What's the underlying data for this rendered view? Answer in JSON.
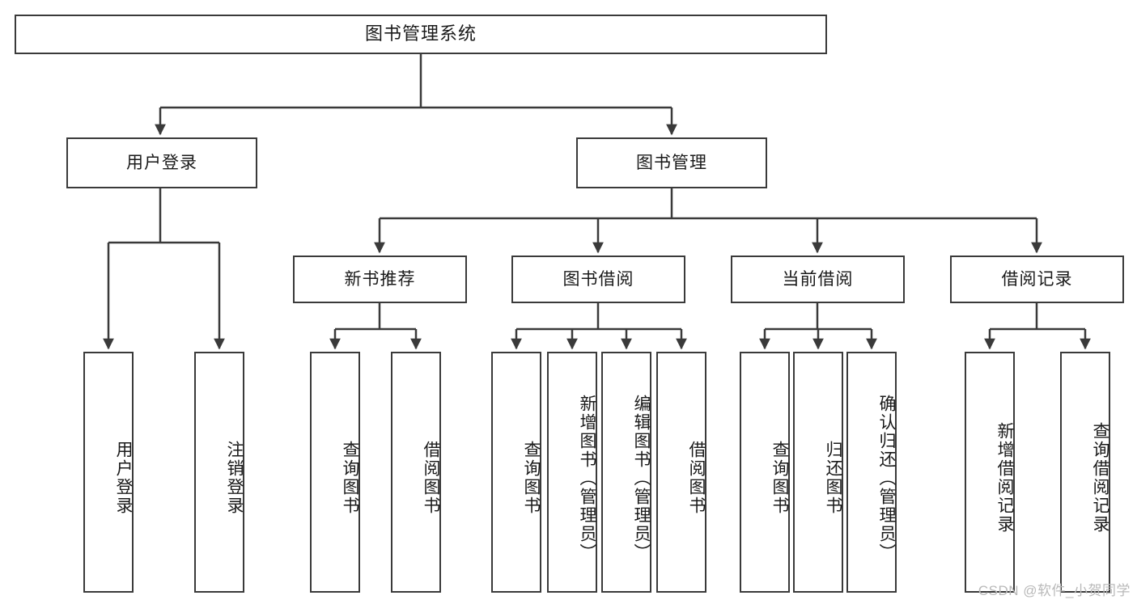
{
  "diagram": {
    "title": "图书管理系统",
    "type": "功能结构图",
    "stroke_color": "#3a3a3a",
    "text_color": "#1a1a1a",
    "background_color": "#ffffff",
    "watermark": "CSDN @软件_小贺同学"
  },
  "nodes": {
    "root": {
      "label": "图书管理系统"
    },
    "level2": [
      {
        "id": "user-login",
        "label": "用户登录"
      },
      {
        "id": "book-manage",
        "label": "图书管理"
      }
    ],
    "level3": [
      {
        "id": "new-book-recommend",
        "label": "新书推荐"
      },
      {
        "id": "book-borrow",
        "label": "图书借阅"
      },
      {
        "id": "current-borrow",
        "label": "当前借阅"
      },
      {
        "id": "borrow-record",
        "label": "借阅记录"
      }
    ],
    "leaves": {
      "user_login": [
        {
          "id": "leaf-user-login",
          "label": "用户登录"
        },
        {
          "id": "leaf-logout-login",
          "label": "注销登录"
        }
      ],
      "new_book_recommend": [
        {
          "id": "leaf-query-book-1",
          "label": "查询图书"
        },
        {
          "id": "leaf-borrow-book-1",
          "label": "借阅图书"
        }
      ],
      "book_borrow": [
        {
          "id": "leaf-query-book-2",
          "label": "查询图书"
        },
        {
          "id": "leaf-add-book",
          "label": "新增图书（管理员）"
        },
        {
          "id": "leaf-edit-book",
          "label": "编辑图书（管理员）"
        },
        {
          "id": "leaf-borrow-book-2",
          "label": "借阅图书"
        }
      ],
      "current_borrow": [
        {
          "id": "leaf-query-book-3",
          "label": "查询图书"
        },
        {
          "id": "leaf-return-book",
          "label": "归还图书"
        },
        {
          "id": "leaf-confirm-return",
          "label": "确认归还（管理员）"
        }
      ],
      "borrow_record": [
        {
          "id": "leaf-add-record",
          "label": "新增借阅记录"
        },
        {
          "id": "leaf-query-record",
          "label": "查询借阅记录"
        }
      ]
    }
  },
  "chart_data": {
    "type": "tree-diagram",
    "title": "图书管理系统",
    "orientation": "top-down",
    "levels": 4,
    "tree": {
      "label": "图书管理系统",
      "children": [
        {
          "label": "用户登录",
          "children": [
            {
              "label": "用户登录",
              "children": []
            },
            {
              "label": "注销登录",
              "children": []
            }
          ]
        },
        {
          "label": "图书管理",
          "children": [
            {
              "label": "新书推荐",
              "children": [
                {
                  "label": "查询图书",
                  "children": []
                },
                {
                  "label": "借阅图书",
                  "children": []
                }
              ]
            },
            {
              "label": "图书借阅",
              "children": [
                {
                  "label": "查询图书",
                  "children": []
                },
                {
                  "label": "新增图书（管理员）",
                  "children": []
                },
                {
                  "label": "编辑图书（管理员）",
                  "children": []
                },
                {
                  "label": "借阅图书",
                  "children": []
                }
              ]
            },
            {
              "label": "当前借阅",
              "children": [
                {
                  "label": "查询图书",
                  "children": []
                },
                {
                  "label": "归还图书",
                  "children": []
                },
                {
                  "label": "确认归还（管理员）",
                  "children": []
                }
              ]
            },
            {
              "label": "借阅记录",
              "children": [
                {
                  "label": "新增借阅记录",
                  "children": []
                },
                {
                  "label": "查询借阅记录",
                  "children": []
                }
              ]
            }
          ]
        }
      ]
    }
  }
}
